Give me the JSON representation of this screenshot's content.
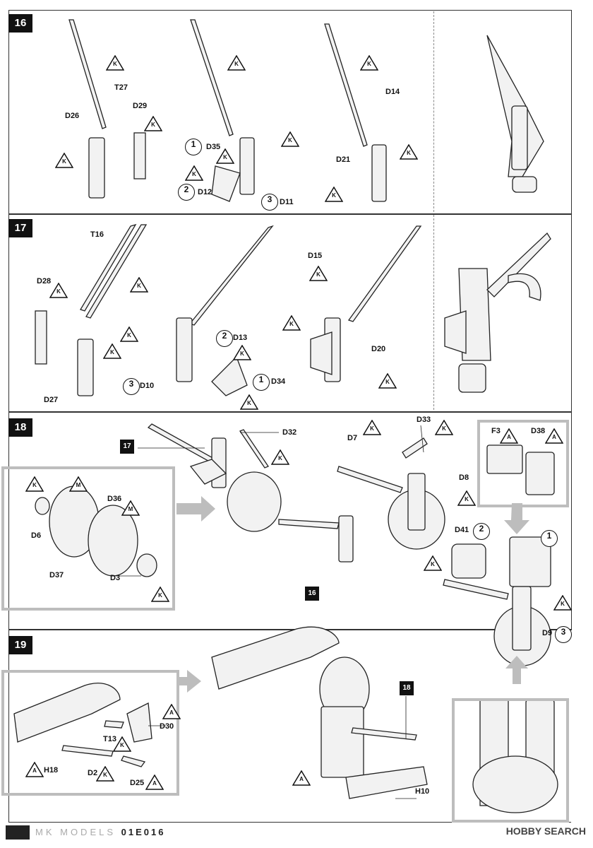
{
  "steps": [
    {
      "number": "16"
    },
    {
      "number": "17"
    },
    {
      "number": "18"
    },
    {
      "number": "19"
    }
  ],
  "step16": {
    "parts": [
      "D26",
      "T27",
      "D29",
      "D35",
      "D12",
      "D11",
      "D14",
      "D21"
    ],
    "sub_steps": [
      "1",
      "2",
      "3"
    ]
  },
  "step17": {
    "parts": [
      "T16",
      "D28",
      "D27",
      "D10",
      "D13",
      "D34",
      "D15",
      "D20"
    ],
    "sub_steps": [
      "3",
      "2",
      "1"
    ]
  },
  "step18": {
    "parts": [
      "D32",
      "D33",
      "D7",
      "D8",
      "D6",
      "D36",
      "D37",
      "D3",
      "F3",
      "D38",
      "D41",
      "D9"
    ],
    "sub_refs": [
      "17",
      "16"
    ],
    "sub_steps": [
      "2",
      "1",
      "3"
    ]
  },
  "step19": {
    "parts": [
      "D30",
      "T13",
      "H18",
      "D2",
      "D25",
      "H10"
    ],
    "sub_refs": [
      "18"
    ]
  },
  "paint_codes": {
    "K": "K",
    "M": "M",
    "A": "A"
  },
  "footer": {
    "brand": "MK MODELS",
    "code": "01E016",
    "watermark": "HOBBY SEARCH"
  }
}
